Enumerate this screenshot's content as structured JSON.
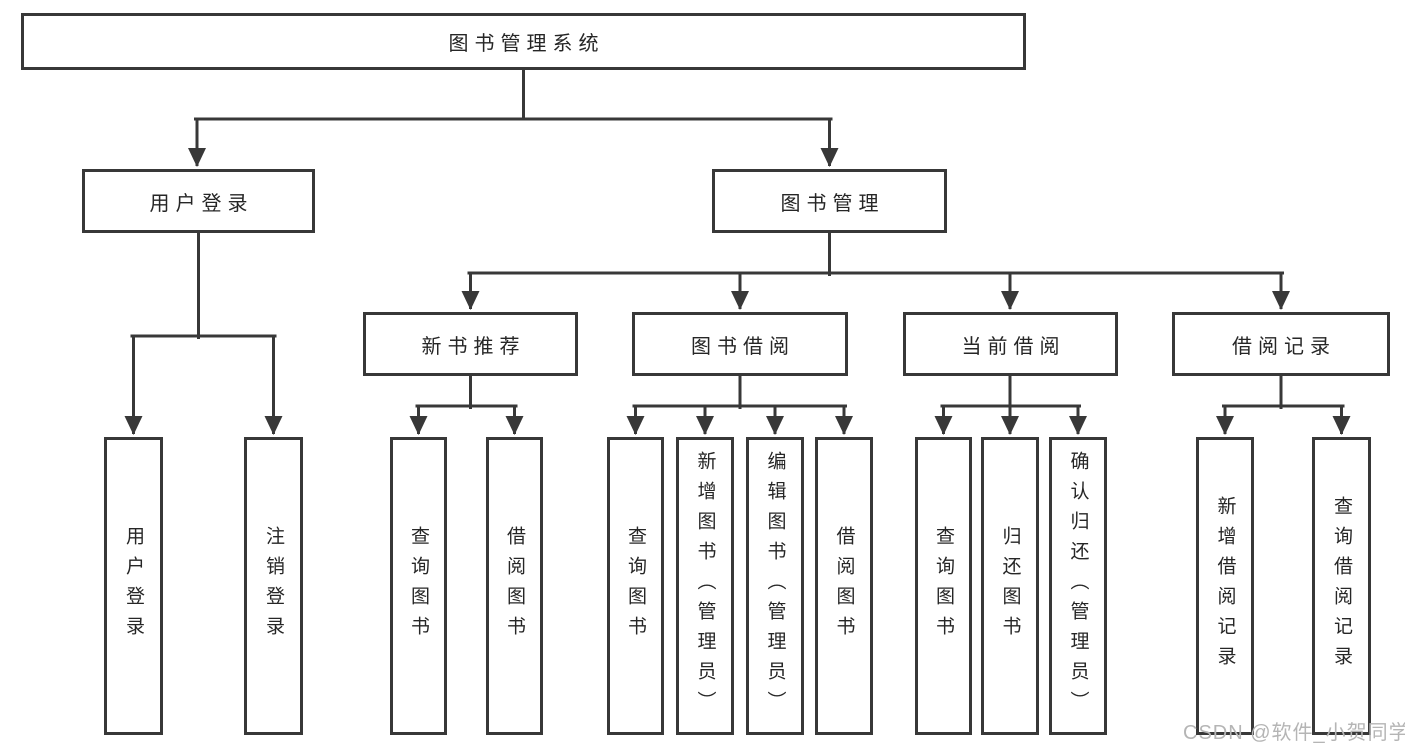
{
  "tree": {
    "root": {
      "label": "图书管理系统"
    },
    "branches": [
      {
        "label": "用户登录",
        "children": [
          {
            "label": "用户登录"
          },
          {
            "label": "注销登录"
          }
        ]
      },
      {
        "label": "图书管理",
        "children": [
          {
            "label": "新书推荐",
            "children": [
              {
                "label": "查询图书"
              },
              {
                "label": "借阅图书"
              }
            ]
          },
          {
            "label": "图书借阅",
            "children": [
              {
                "label": "查询图书"
              },
              {
                "label": "新增图书（管理员）"
              },
              {
                "label": "编辑图书（管理员）"
              },
              {
                "label": "借阅图书"
              }
            ]
          },
          {
            "label": "当前借阅",
            "children": [
              {
                "label": "查询图书"
              },
              {
                "label": "归还图书"
              },
              {
                "label": "确认归还（管理员）"
              }
            ]
          },
          {
            "label": "借阅记录",
            "children": [
              {
                "label": "新增借阅记录"
              },
              {
                "label": "查询借阅记录"
              }
            ]
          }
        ]
      }
    ]
  },
  "watermark": {
    "text": "CSDN @软件_小贺同学"
  },
  "colors": {
    "line": "#383838",
    "border": "#383838",
    "text": "#262626",
    "background": "#ffffff",
    "watermark": "#b5b5b5"
  }
}
